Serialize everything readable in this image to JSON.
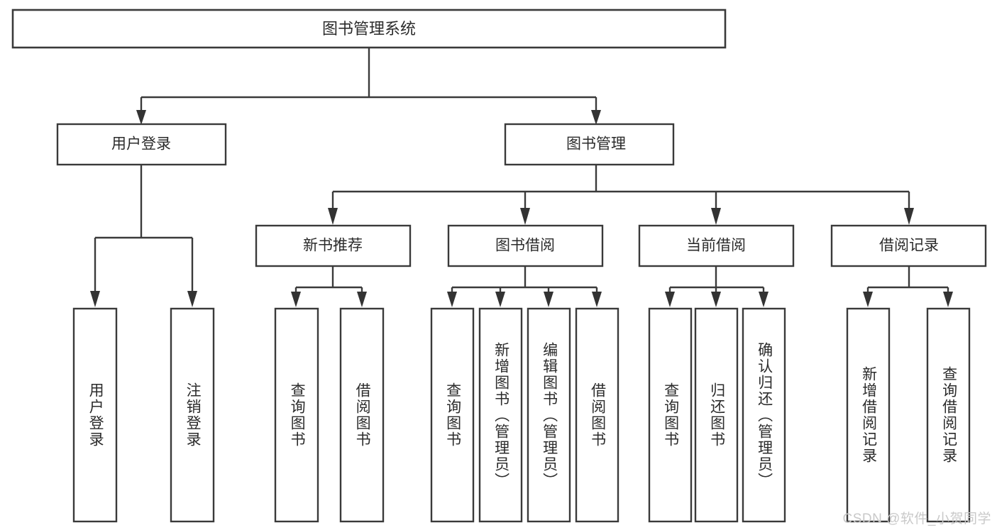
{
  "diagram": {
    "type": "tree",
    "title": "图书管理系统",
    "orientation": "top-down",
    "colors": {
      "background": "#ffffff",
      "box_stroke": "#3a3a3a",
      "box_fill": "#ffffff",
      "text": "#2b2b2b",
      "connector": "#3a3a3a",
      "watermark": "#c9c9c9"
    },
    "root": {
      "label": "图书管理系统"
    },
    "level1": [
      {
        "label": "用户登录"
      },
      {
        "label": "图书管理"
      }
    ],
    "level2": [
      {
        "label": "新书推荐"
      },
      {
        "label": "图书借阅"
      },
      {
        "label": "当前借阅"
      },
      {
        "label": "借阅记录"
      }
    ],
    "leaves": {
      "user_login": [
        {
          "label": "用户登录"
        },
        {
          "label": "注销登录"
        }
      ],
      "new_book_recommend": [
        {
          "label": "查询图书"
        },
        {
          "label": "借阅图书"
        }
      ],
      "book_borrow": [
        {
          "label": "查询图书"
        },
        {
          "label": "新增图书（管理员）"
        },
        {
          "label": "编辑图书（管理员）"
        },
        {
          "label": "借阅图书"
        }
      ],
      "current_borrow": [
        {
          "label": "查询图书"
        },
        {
          "label": "归还图书"
        },
        {
          "label": "确认归还（管理员）"
        }
      ],
      "borrow_record": [
        {
          "label": "新增借阅记录"
        },
        {
          "label": "查询借阅记录"
        }
      ]
    }
  },
  "watermark": {
    "text": "CSDN @软件_小贺同学"
  }
}
